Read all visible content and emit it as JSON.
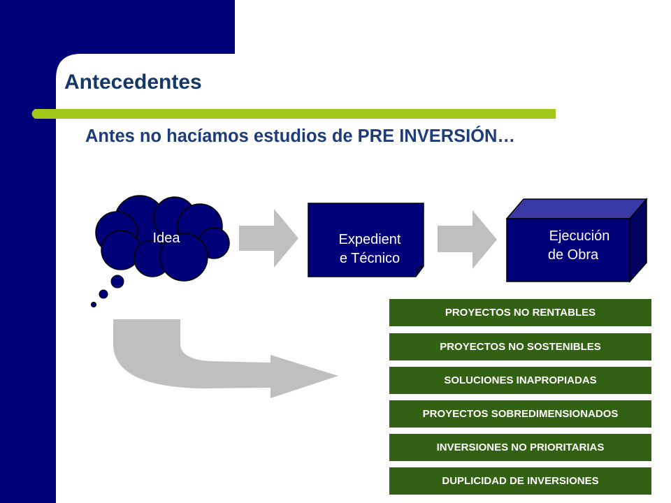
{
  "slide": {
    "title": "Antecedentes",
    "headline": "Antes no hacíamos estudios de PRE INVERSIÓN…"
  },
  "flow": {
    "idea": "Idea",
    "expediente_line1": "Expedient",
    "expediente_line2": "e Técnico",
    "ejecucion_line1": "Ejecución",
    "ejecucion_line2": "de Obra"
  },
  "consequences": [
    "PROYECTOS NO RENTABLES",
    "PROYECTOS NO SOSTENIBLES",
    "SOLUCIONES INAPROPIADAS",
    "PROYECTOS SOBREDIMENSIONADOS",
    "INVERSIONES NO PRIORITARIAS",
    "DUPLICIDAD DE INVERSIONES"
  ],
  "colors": {
    "navy": "#000078",
    "accent_green": "#a3c61a",
    "box_green": "#336113",
    "arrow_gray": "#bfbfbf",
    "title_blue": "#133769"
  }
}
